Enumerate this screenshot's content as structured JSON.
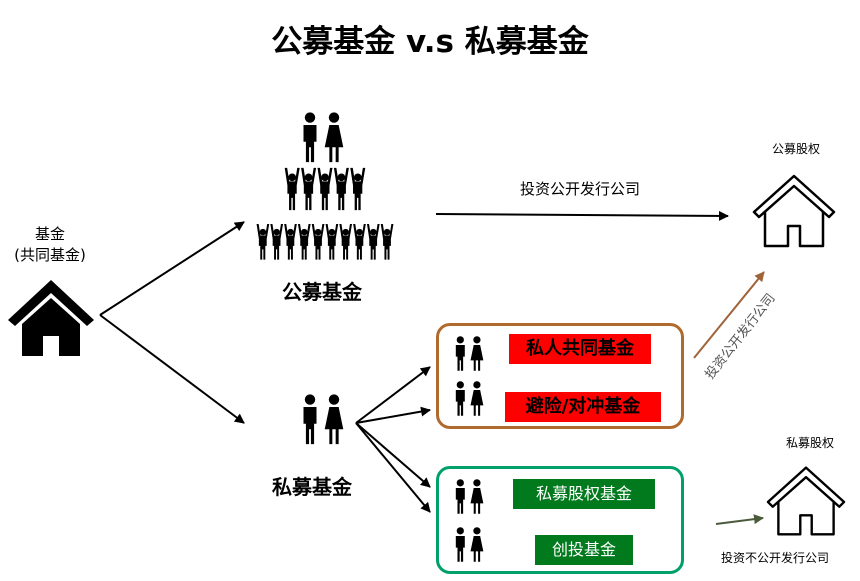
{
  "title": "公募基金 v.s 私募基金",
  "fund": {
    "label_line1": "基金",
    "label_line2": "(共同基金)"
  },
  "public_fund": {
    "label": "公募基金"
  },
  "private_fund": {
    "label": "私募基金"
  },
  "public_route": {
    "label": "投资公开发行公司"
  },
  "public_equity": {
    "label": "公募股权"
  },
  "private_equity": {
    "label": "私募股权"
  },
  "diag_route": {
    "label": "投资公开发行公司"
  },
  "private_route": {
    "label": "投资不公开发行公司"
  },
  "brown_group": {
    "items": [
      "私人共同基金",
      "避险/对冲基金"
    ]
  },
  "green_group": {
    "items": [
      "私募股权基金",
      "创投基金"
    ]
  },
  "colors": {
    "red": "#ff0000",
    "green": "#007a1c",
    "brown_border": "#b06a2d",
    "green_border": "#00a06a",
    "diag_arrow": "#a0643a",
    "short_arrow": "#4a5a3a"
  }
}
